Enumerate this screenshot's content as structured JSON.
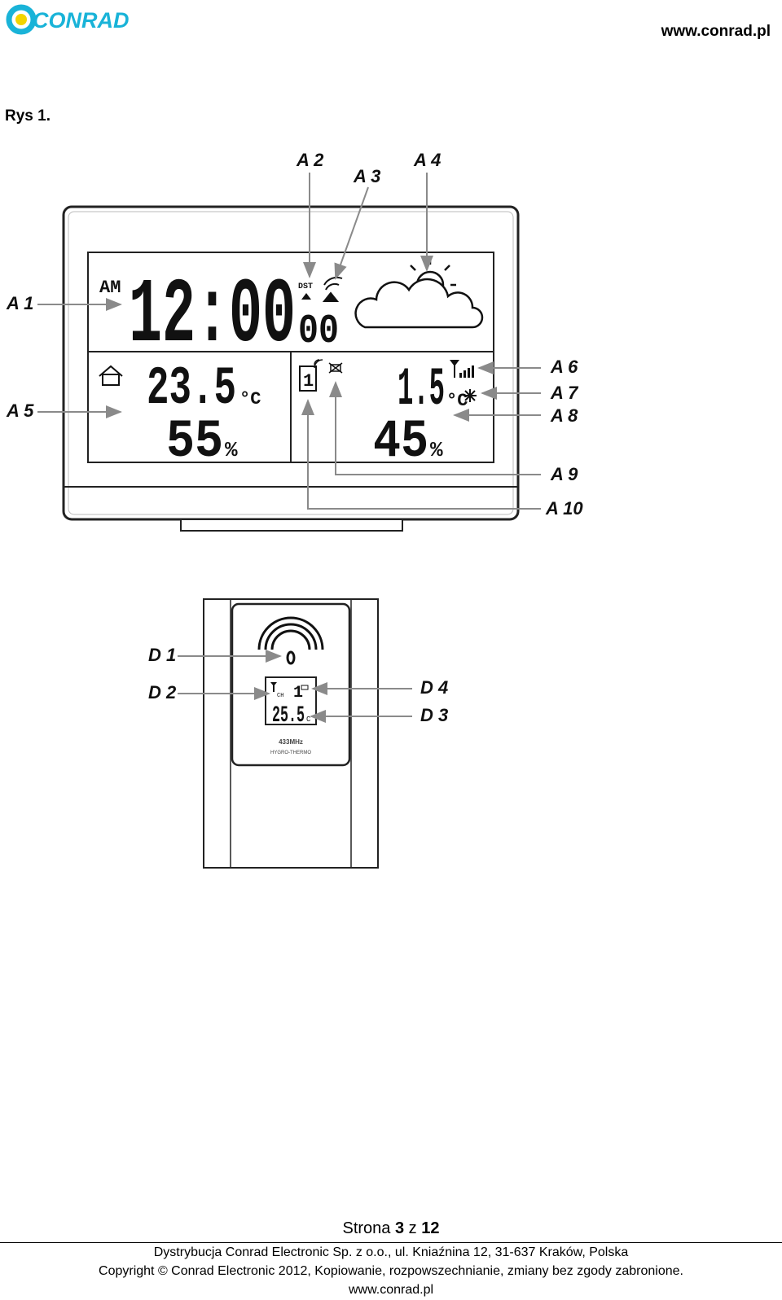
{
  "header": {
    "logo_text": "CONRAD",
    "site_url": "www.conrad.pl"
  },
  "figure": {
    "title": "Rys 1."
  },
  "base_station": {
    "labels": [
      "A 1",
      "A 2",
      "A 3",
      "A 4",
      "A 5",
      "A 6",
      "A 7",
      "A 8",
      "A 9",
      "A 10"
    ],
    "display": {
      "am_pm": "AM",
      "time": "12:00",
      "dst": "DST",
      "seconds": "00",
      "indoor_temp": "23.5",
      "indoor_temp_unit": "°C",
      "indoor_humidity": "55",
      "indoor_humidity_unit": "%",
      "outdoor_temp": "1.5",
      "outdoor_temp_unit": "°C",
      "outdoor_humidity": "45",
      "outdoor_humidity_unit": "%",
      "channel": "1"
    }
  },
  "sensor": {
    "labels": [
      "D 1",
      "D 2",
      "D 4",
      "D 3"
    ],
    "display": {
      "ch_label": "CH",
      "channel": "1",
      "temp": "25.5",
      "temp_unit": "C"
    },
    "freq_text": "433MHz",
    "model_text": "HYGRO-THERMO"
  },
  "footer": {
    "page_prefix": "Strona ",
    "page_current": "3",
    "page_sep": " z ",
    "page_total": "12",
    "line1": "Dystrybucja Conrad Electronic Sp. z o.o., ul. Kniaźnina 12, 31-637 Kraków, Polska",
    "line2": "Copyright © Conrad Electronic 2012, Kopiowanie, rozpowszechnianie, zmiany bez zgody zabronione.",
    "line3": "www.conrad.pl"
  }
}
